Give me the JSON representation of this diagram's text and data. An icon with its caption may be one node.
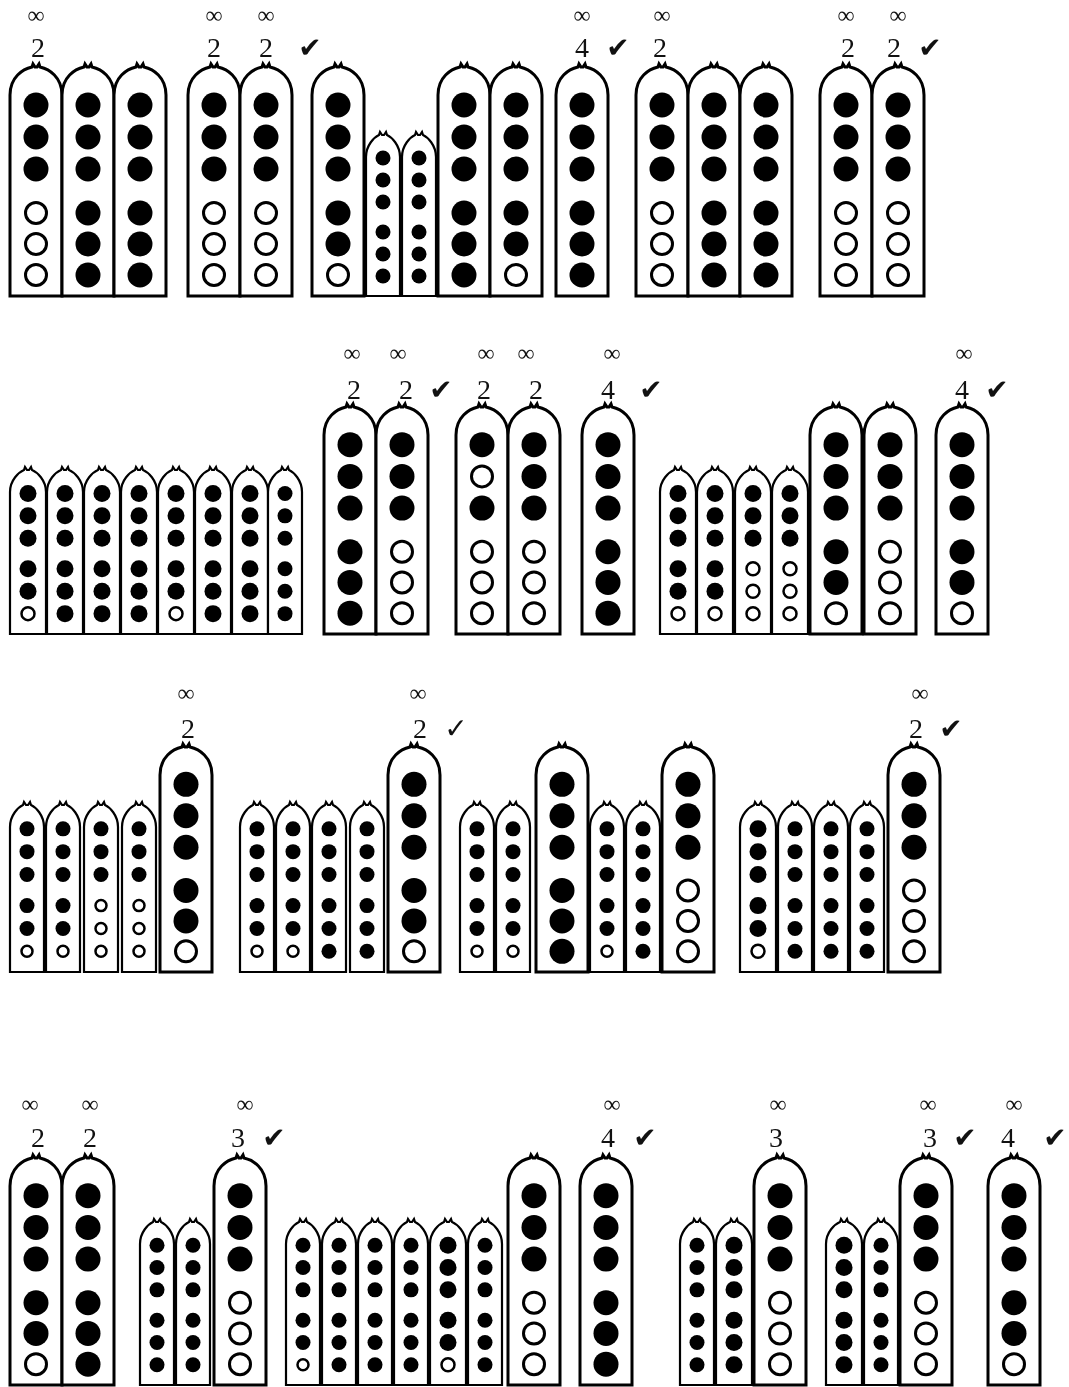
{
  "diagram": {
    "labels": [
      "∞",
      "∞",
      "∞",
      "∞",
      "∞",
      "∞",
      "∞",
      "2",
      "2",
      "2",
      "✔",
      "4",
      "✔",
      "2",
      "2",
      "2",
      "✔",
      "∞",
      "∞",
      "∞",
      "∞",
      "∞",
      "∞",
      "2",
      "2",
      "✔",
      "2",
      "2",
      "4",
      "✔",
      "4",
      "✔",
      "∞",
      "∞",
      "∞",
      "2",
      "2",
      "✓",
      "2",
      "✔",
      "∞",
      "∞",
      "∞",
      "∞",
      "∞",
      "∞",
      "∞",
      "2",
      "2",
      "3",
      "✔",
      "4",
      "✔",
      "3",
      "3",
      "✔",
      "4",
      "✔"
    ]
  }
}
